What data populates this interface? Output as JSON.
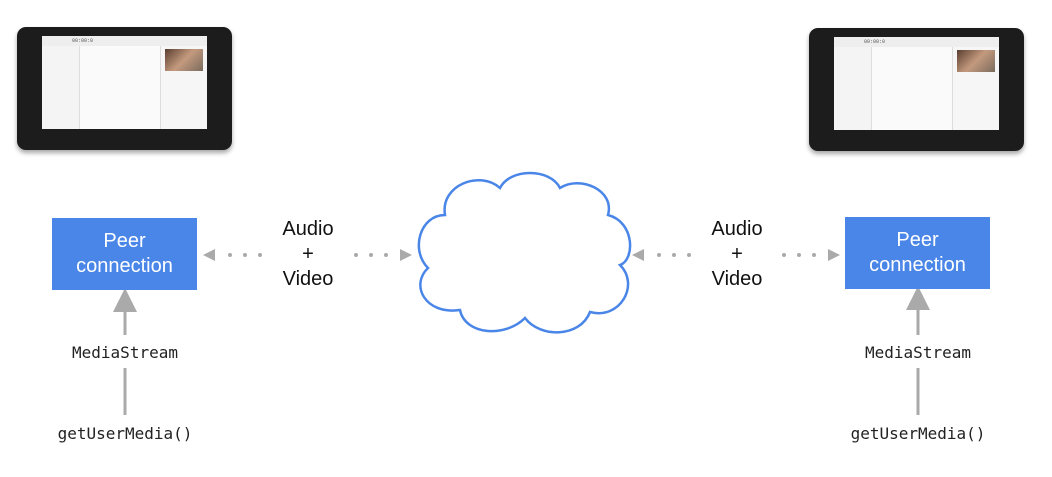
{
  "tablet_timer": "00:00:0",
  "left": {
    "box_line1": "Peer",
    "box_line2": "connection",
    "stream": "MediaStream",
    "gum": "getUserMedia()",
    "media_l1": "Audio",
    "media_l2": "+",
    "media_l3": "Video"
  },
  "right": {
    "box_line1": "Peer",
    "box_line2": "connection",
    "stream": "MediaStream",
    "gum": "getUserMedia()",
    "media_l1": "Audio",
    "media_l2": "+",
    "media_l3": "Video"
  },
  "colors": {
    "box": "#4a86e8",
    "cloud_stroke": "#4a86e8",
    "arrow": "#aaaaaa"
  }
}
